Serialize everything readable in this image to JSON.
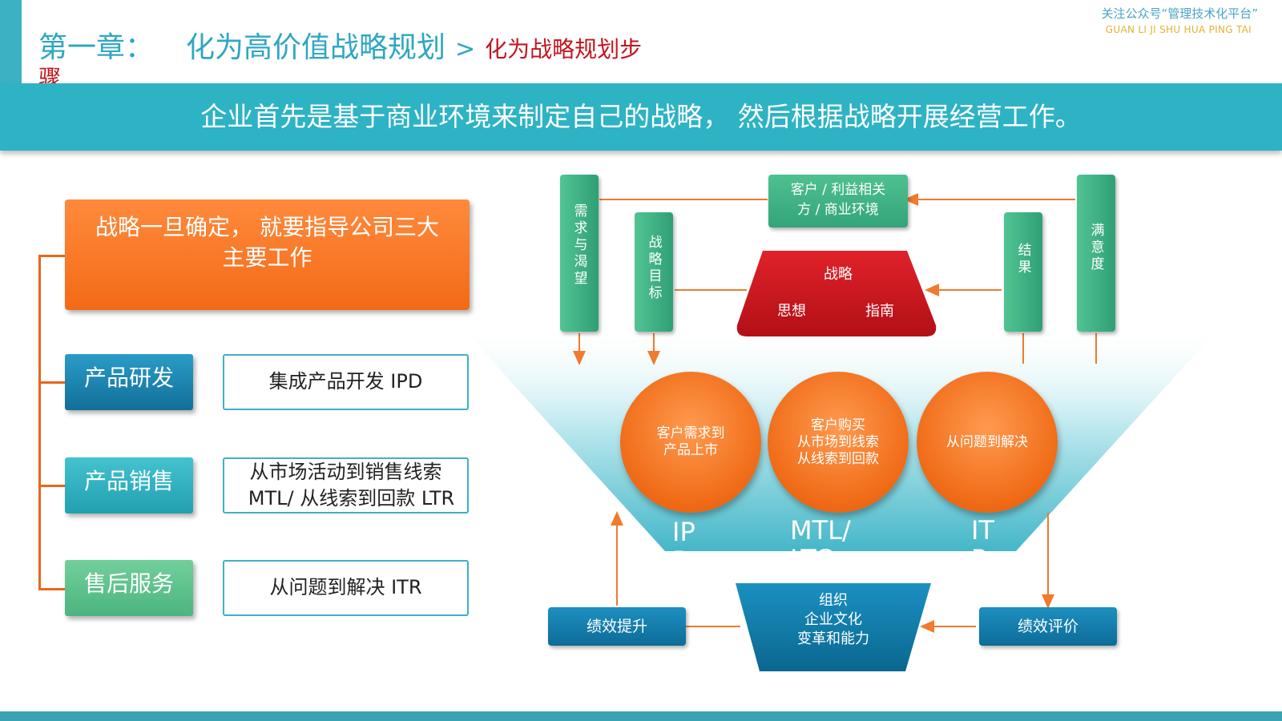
{
  "header": {
    "chapter": "第一章：",
    "title": "化为高价值战略规划",
    "separator": ">",
    "subtitle_line1": "化为战略规划步",
    "subtitle_line2": "骤",
    "brand_cn": "关注公众号“管理技术化平台”",
    "brand_en": "GUAN LI JI SHU HUA PING TAI"
  },
  "banner": "企业首先是基于商业环境来制定自己的战略， 然后根据战略开展经营工作。",
  "left": {
    "header_line1": "战略一旦确定， 就要指导公司三大",
    "header_line2": "主要工作",
    "rows": [
      {
        "category": "产品研发",
        "desc_line1": "集成产品开发 IPD",
        "desc_line2": ""
      },
      {
        "category": "产品销售",
        "desc_line1": "从市场活动到销售线索",
        "desc_line2": "MTL/ 从线索到回款 LTR"
      },
      {
        "category": "售后服务",
        "desc_line1": "从问题到解决 ITR",
        "desc_line2": ""
      }
    ]
  },
  "diagram": {
    "bar_demand": "需求与渴望",
    "bar_goal": "战略目标",
    "bar_result": "结果",
    "bar_satisfaction": "满意度",
    "customer_line1": "客户 / 利益相关",
    "customer_line2": "方 / 商业环境",
    "strategy_title": "战略",
    "strategy_left": "思想",
    "strategy_right": "指南",
    "circle1_line1": "客户需求到",
    "circle1_line2": "产品上市",
    "circle2_line1": "客户购买",
    "circle2_line2": "从市场到线索",
    "circle2_line3": "从线索到回款",
    "circle3": "从问题到解决",
    "funnel_label1_line1": "IP",
    "funnel_label1_line2": "D",
    "funnel_label2_line1": "MTL/",
    "funnel_label2_line2": "LTC",
    "funnel_label3_line1": "IT",
    "funnel_label3_line2": "R",
    "org_line1": "组织",
    "org_line2": "企业文化",
    "org_line3": "变革和能力",
    "perf_up": "绩效提升",
    "perf_eval": "绩效评价"
  },
  "colors": {
    "teal": "#2eb3c4",
    "orange": "#f36a17",
    "red": "#c2161d",
    "green": "#3daf80",
    "blue": "#126f99"
  }
}
